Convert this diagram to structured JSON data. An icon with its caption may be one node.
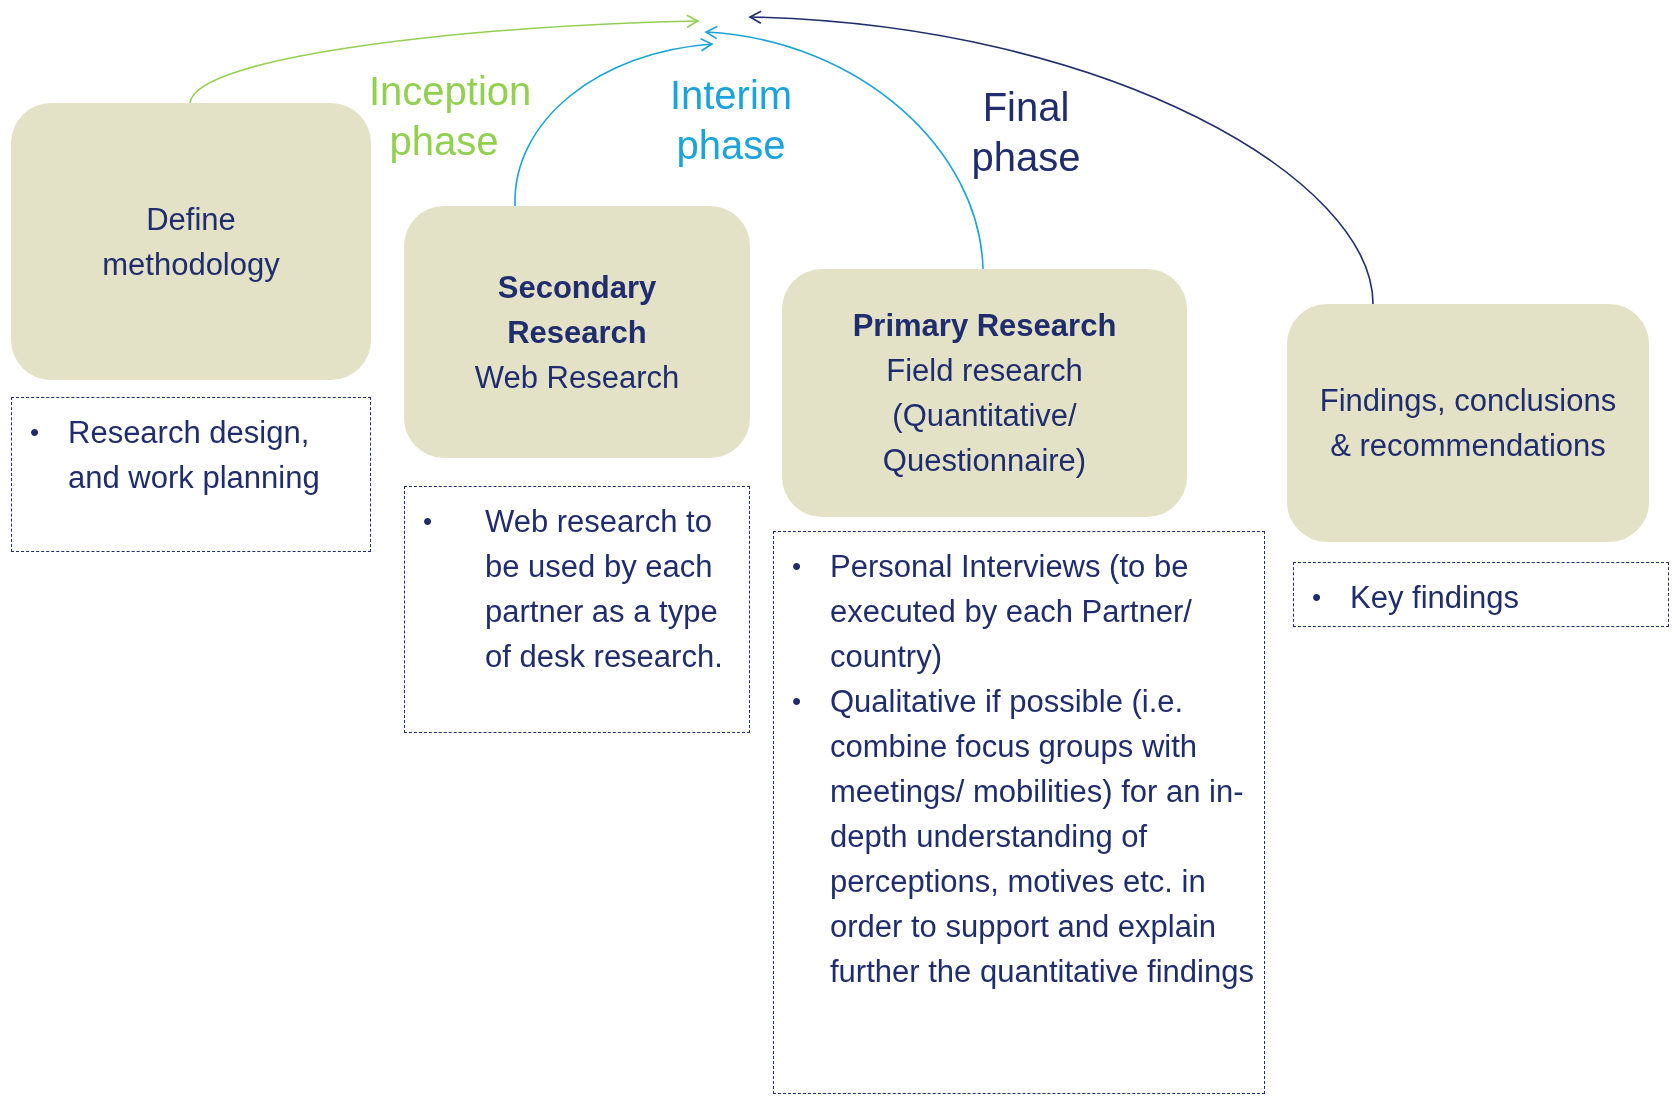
{
  "diagram": {
    "nodes": [
      {
        "text": [
          "Define methodology"
        ]
      },
      {
        "text": [
          "•",
          "Research design, and work planning"
        ]
      },
      {
        "text": [
          "Secondary Research",
          "Web Research"
        ]
      },
      {
        "text": [
          "•",
          "Web research to be used by each partner as a type of desk research."
        ]
      },
      {
        "text": [
          "Primary Research",
          "Field research (Quantitative/ Questionnaire)"
        ]
      },
      {
        "text": [
          "•",
          "Personal Interviews (to be executed by each Partner/ country)",
          "•",
          "Qualitative if possible (i.e. combine focus groups with meetings/ mobilities) for an in-depth understanding of perceptions, motives etc. in order to support and explain further the quantitative findings"
        ]
      },
      {
        "text": [
          "Findings, conclusions & recommendations"
        ]
      },
      {
        "text": [
          "•",
          "Key findings"
        ]
      }
    ],
    "edges": [
      {
        "from": 0,
        "to": null,
        "arrow": "to",
        "color": "#92d050"
      },
      {
        "from": 2,
        "to": null,
        "arrow": "to",
        "color": "#1aa3dc"
      },
      {
        "from": 4,
        "to": null,
        "arrow": "to",
        "color": "#1aa3dc"
      },
      {
        "from": 6,
        "to": null,
        "arrow": "to",
        "color": "#1f2d6e"
      }
    ],
    "labels": [
      "Inception phase",
      "Interim phase",
      "Final phase"
    ]
  }
}
